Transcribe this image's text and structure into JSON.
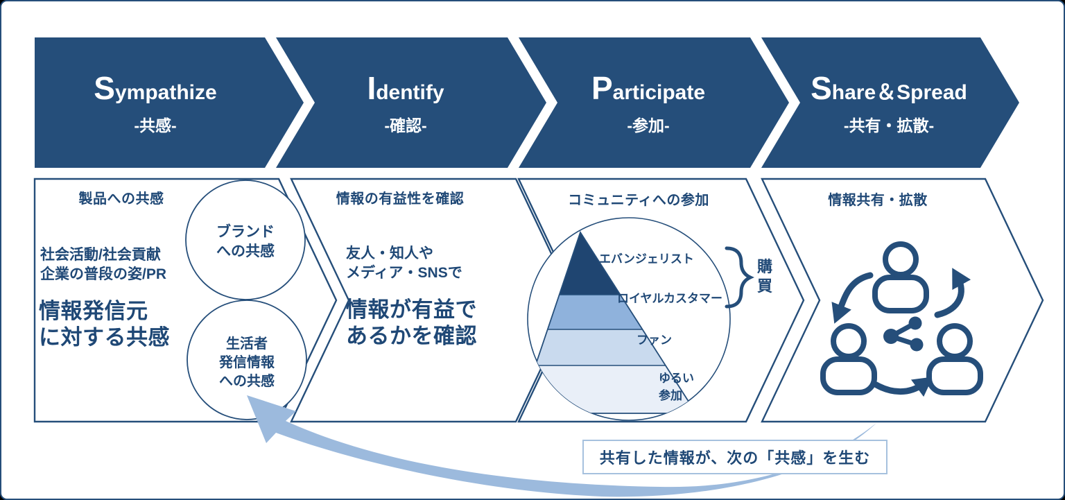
{
  "figure": {
    "title": "SIPS model diagram",
    "colors": {
      "navy": "#254E7A",
      "text_navy": "#1F4876",
      "pyramid_tier1": "#1F4571",
      "pyramid_tier2": "#8FB2DC",
      "pyramid_tier3": "#C9DAEE",
      "pyramid_tier4": "#E9EFF8",
      "swoosh_arrow": "#9CBADD",
      "caption_border": "#A6C1DE",
      "background": "#FFFFFF"
    },
    "icons": {
      "person": "person-icon",
      "share": "share-nodes-icon",
      "cycle_arrows": "circular-arrows-icon",
      "feedback_arrow": "curved-feedback-arrow-icon",
      "brace": "right-curly-brace-icon"
    },
    "stages": [
      {
        "title_initial": "S",
        "title_rest": "ympathize",
        "subtitle": "-共感-",
        "panel": {
          "heading": "製品への共感",
          "body": "社会活動/社会貢献\n企業の普段の姿/PR",
          "emphasis": "情報発信元\nに対する共感",
          "circle_top": "ブランド\nへの共感",
          "circle_bottom": "生活者\n発信情報\nへの共感"
        }
      },
      {
        "title_initial": "I",
        "title_rest": "dentify",
        "subtitle": "-確認-",
        "panel": {
          "heading": "情報の有益性を確認",
          "body": "友人・知人や\nメディア・SNSで",
          "emphasis": "情報が有益で\nあるかを確認"
        }
      },
      {
        "title_initial": "P",
        "title_rest": "articipate",
        "subtitle": "-参加-",
        "panel": {
          "heading": "コミュニティへの参加",
          "pyramid": {
            "tier1_label": "エバンジェリスト",
            "tier2_label": "ロイヤルカスタマー",
            "tier3_label": "ファン",
            "tier4_label": "ゆるい\n参加",
            "bracket_label": "購\n買"
          }
        }
      },
      {
        "title_initial": "S",
        "title_rest": "hare＆Spread",
        "subtitle": "-共有・拡散-",
        "panel": {
          "heading": "情報共有・拡散"
        }
      }
    ],
    "caption": "共有した情報が、次の「共感」を生む"
  }
}
